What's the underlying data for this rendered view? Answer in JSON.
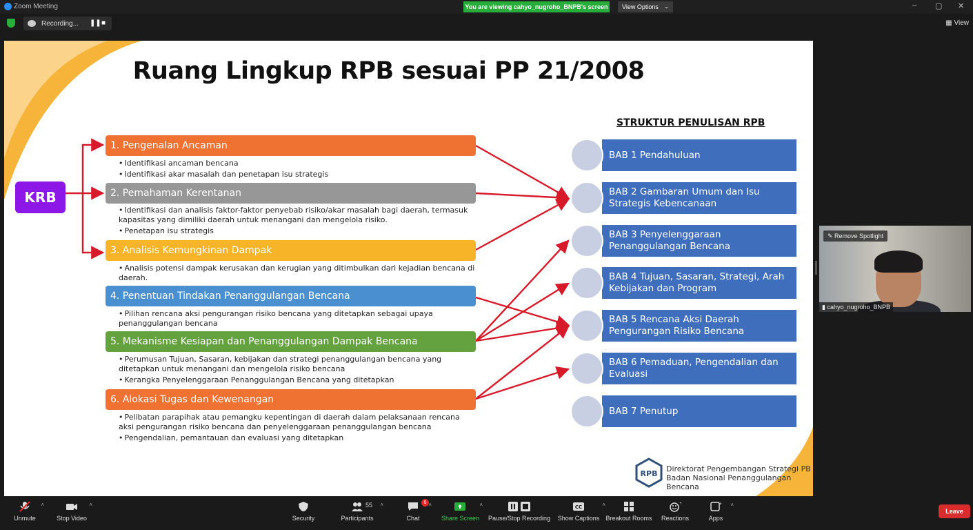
{
  "window": {
    "app_title": "Zoom Meeting",
    "viewing_banner": "You are viewing cahyo_nugroho_BNPB's screen",
    "view_options": "View Options",
    "min": "–",
    "max": "▢",
    "close": "✕"
  },
  "subbar": {
    "recording_label": "Recording...",
    "pause": "❚❚",
    "stop": "■",
    "view": "View"
  },
  "slide": {
    "title": "Ruang Lingkup RPB sesuai PP 21/2008",
    "krb": "KRB",
    "steps": [
      {
        "label": "1. Pengenalan Ancaman",
        "color": "#f07232",
        "bullets": [
          "Identifikasi ancaman bencana",
          "Identifikasi akar masalah dan penetapan isu strategis"
        ]
      },
      {
        "label": "2. Pemahaman Kerentanan",
        "color": "#979797",
        "bullets": [
          "Identifikasi dan analisis faktor-faktor penyebab risiko/akar masalah  bagi daerah, termasuk kapasitas yang dimiliki daerah untuk menangani dan mengelola risiko.",
          "Penetapan isu strategis"
        ]
      },
      {
        "label": "3. Analisis Kemungkinan Dampak",
        "color": "#f8b429",
        "bullets": [
          "Analisis potensi dampak kerusakan dan kerugian yang ditimbulkan dari kejadian bencana di daerah."
        ]
      },
      {
        "label": "4. Penentuan Tindakan Penanggulangan Bencana",
        "color": "#4a8fd0",
        "bullets": [
          "Pilihan rencana aksi pengurangan risiko bencana yang ditetapkan sebagai upaya penanggulangan bencana"
        ]
      },
      {
        "label": "5. Mekanisme Kesiapan dan Penanggulangan Dampak Bencana",
        "color": "#63a23e",
        "bullets": [
          "Perumusan Tujuan, Sasaran, kebijakan dan strategi penanggulangan bencana yang ditetapkan untuk menangani dan mengelola risiko bencana",
          "Kerangka Penyelenggaraan Penanggulangan Bencana yang ditetapkan"
        ]
      },
      {
        "label": "6. Alokasi Tugas dan Kewenangan",
        "color": "#f07232",
        "bullets": [
          "Pelibatan parapihak atau pemangku kepentingan di daerah dalam pelaksanaan rencana aksi pengurangan risiko bencana dan penyelenggaraan penanggulangan bencana",
          "Pengendalian, pemantauan dan evaluasi yang ditetapkan"
        ]
      }
    ],
    "structure_title": "STRUKTUR PENULISAN RPB",
    "babs": [
      "BAB 1 Pendahuluan",
      "BAB 2 Gambaran Umum dan Isu Strategis Kebencanaan",
      "BAB 3 Penyelenggaraan Penanggulangan Bencana",
      "BAB 4 Tujuan, Sasaran, Strategi, Arah Kebijakan dan Program",
      "BAB 5 Rencana Aksi Daerah Pengurangan Risiko Bencana",
      "BAB 6 Pemaduan, Pengendalian dan Evaluasi",
      "BAB 7 Penutup"
    ],
    "footer_logo": "RPB",
    "footer_line1": "Direktorat Pengembangan Strategi PB",
    "footer_line2": "Badan Nasional Penanggulangan Bencana",
    "arrow_color": "#d71a2a",
    "bab_color": "#3f6fbc"
  },
  "video": {
    "remove_spotlight": "Remove Spotlight",
    "participant_name": "cahyo_nugroho_BNPB"
  },
  "toolbar": {
    "unmute": "Unmute",
    "stop_video": "Stop Video",
    "security": "Security",
    "participants": "Participants",
    "participants_count": "55",
    "chat": "Chat",
    "chat_badge": "8",
    "share_screen": "Share Screen",
    "pause_stop_recording": "Pause/Stop Recording",
    "show_captions": "Show Captions",
    "breakout_rooms": "Breakout Rooms",
    "reactions": "Reactions",
    "apps": "Apps",
    "leave": "Leave"
  }
}
